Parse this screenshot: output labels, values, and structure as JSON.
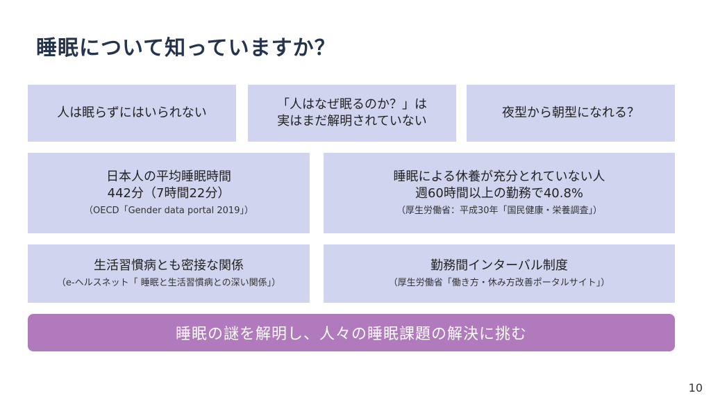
{
  "title": "睡眠について知っていますか？",
  "boxes": {
    "b1": {
      "main": "人は眠らずにはいられない"
    },
    "b2": {
      "line1": "「人はなぜ眠るのか？」は",
      "line2": "実はまだ解明されていない"
    },
    "b3": {
      "main": "夜型から朝型になれる？"
    },
    "b4": {
      "line1": "日本人の平均睡眠時間",
      "line2": "442分（7時間22分）",
      "source": "（OECD「Gender data portal 2019」）"
    },
    "b5": {
      "line1": "睡眠による休養が充分とれていない人",
      "line2": "週60時間以上の勤務で40.8%",
      "source": "（厚生労働省：平成30年「国民健康・栄養調査」）"
    },
    "b6": {
      "main": "生活習慣病とも密接な関係",
      "source": "（e-ヘルスネット「 睡眠と生活習慣病との深い関係」）"
    },
    "b7": {
      "main": "勤務間インターバル制度",
      "source": "（厚生労働省「働き方・休み方改善ポータルサイト」）"
    }
  },
  "banner": "睡眠の謎を解明し、人々の睡眠課題の解決に挑む",
  "page_number": "10"
}
